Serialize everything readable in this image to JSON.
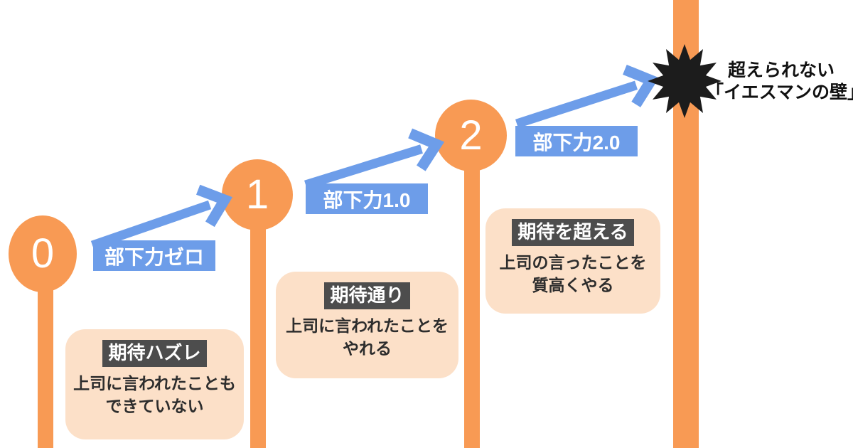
{
  "colors": {
    "orange": "#F89A54",
    "blue": "#6D9DE9",
    "peach": "#FCE0C8",
    "header_dark": "#4D4D4D",
    "burst_black": "#1C1C1C",
    "text_dark": "#2D2D2D",
    "white": "#FFFFFF"
  },
  "steps": [
    {
      "number": "0",
      "skill_label": "部下力ゼロ",
      "card_title": "期待ハズレ",
      "card_line1": "上司に言われたことも",
      "card_line2": "できていない"
    },
    {
      "number": "1",
      "skill_label": "部下力1.0",
      "card_title": "期待通り",
      "card_line1": "上司に言われたことを",
      "card_line2": "やれる"
    },
    {
      "number": "2",
      "skill_label": "部下力2.0",
      "card_title": "期待を超える",
      "card_line1": "上司の言ったことを",
      "card_line2": "質高くやる"
    }
  ],
  "wall": {
    "label_line1": "超えられない",
    "label_line2": "「イエスマンの壁」"
  }
}
